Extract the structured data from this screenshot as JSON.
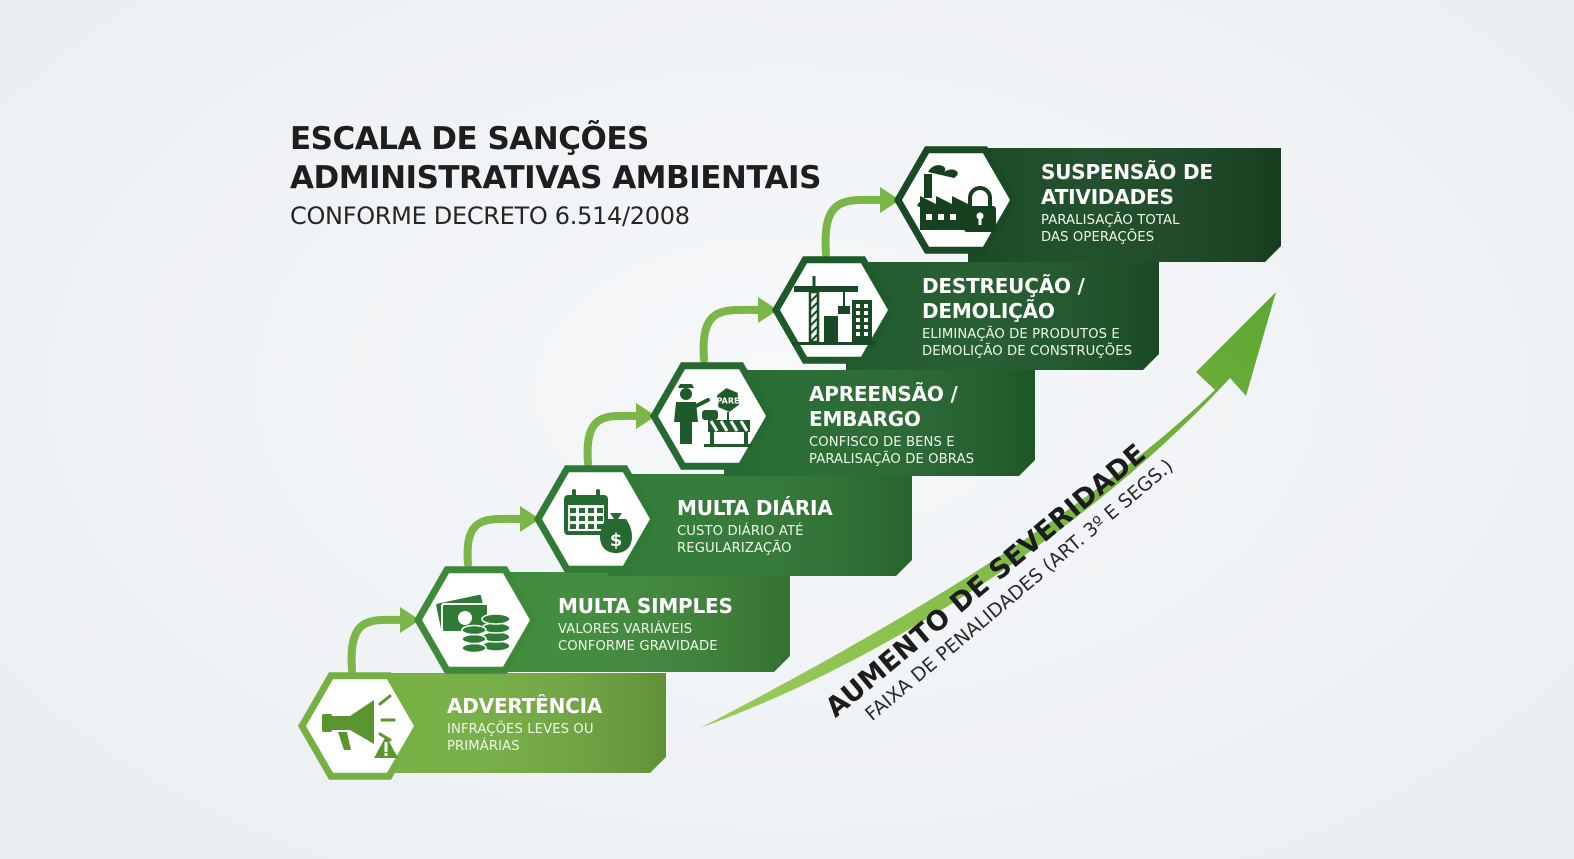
{
  "title": {
    "line1": "ESCALA DE SANÇÕES",
    "line2": "ADMINISTRATIVAS AMBIENTAIS",
    "subtitle": "CONFORME DECRETO 6.514/2008"
  },
  "steps": [
    {
      "title": "ADVERTÊNCIA",
      "desc": "INFRAÇÕES LEVES OU\nPRIMÁRIAS",
      "icon": "megaphone-warning-icon",
      "color": "#76b043"
    },
    {
      "title": "MULTA SIMPLES",
      "desc": "VALORES VARIÁVEIS\nCONFORME GRAVIDADE",
      "icon": "money-coins-icon",
      "color": "#3e8a3a"
    },
    {
      "title": "MULTA DIÁRIA",
      "desc": "CUSTO DIÁRIO ATÉ\nREGULARIZAÇÃO",
      "icon": "calendar-money-icon",
      "color": "#2f7a35"
    },
    {
      "title": "APREENSÃO /\nEMBARGO",
      "desc": "CONFISCO DE BENS E\nPARALISAÇÃO DE OBRAS",
      "icon": "officer-barrier-icon",
      "color": "#256a30",
      "sign_text": "PARE"
    },
    {
      "title": "DESTREUÇÃO /\nDEMOLIÇÃO",
      "desc": "ELIMINAÇÃO DE PRODUTOS E\nDEMOLIÇÃO DE CONSTRUÇÕES",
      "icon": "crane-building-icon",
      "color": "#1f5a2b"
    },
    {
      "title": "SUSPENSÃO DE\nATIVIDADES",
      "desc": "PARALISAÇÃO TOTAL\nDAS OPERAÇÕES",
      "icon": "factory-lock-icon",
      "color": "#1a4a25"
    }
  ],
  "severity": {
    "title": "AUMENTO DE SEVERIDADE",
    "subtitle": "FAIXA DE PENALIDADES (ART. 3º E SEGS.)"
  },
  "colors": {
    "accent_green": "#7ab648",
    "dark_green": "#1a4a25",
    "hex_border": "#1d5a2a"
  }
}
